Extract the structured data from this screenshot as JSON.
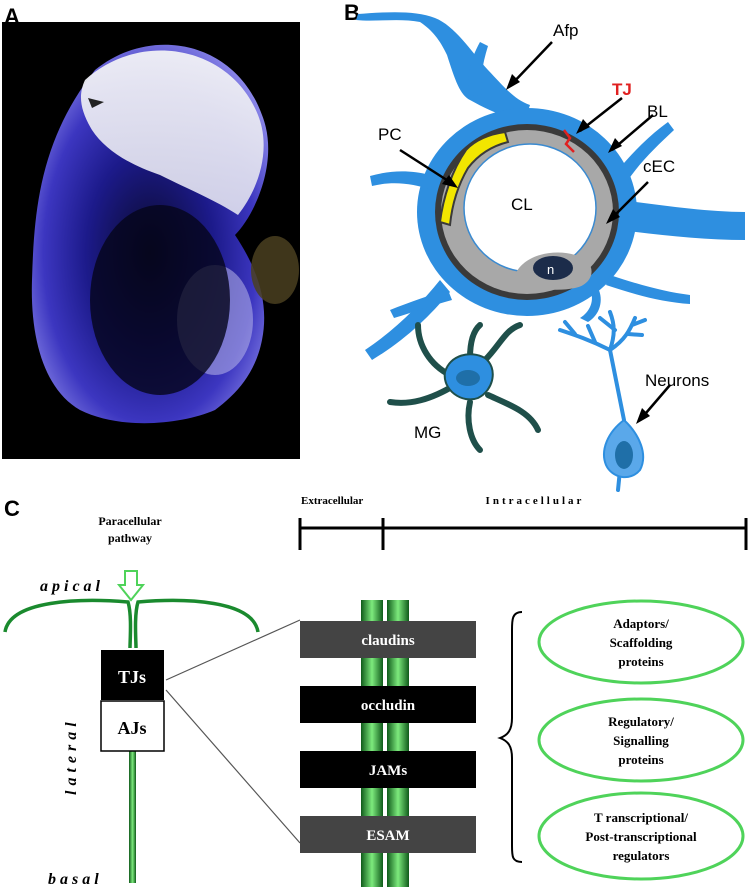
{
  "panel_labels": {
    "a": "A",
    "b": "B",
    "c": "C"
  },
  "panel_b": {
    "labels": {
      "afp": "Afp",
      "tj": "TJ",
      "bl": "BL",
      "pc": "PC",
      "cec": "cEC",
      "cl": "CL",
      "n": "n",
      "mg": "MG",
      "neurons": "Neurons"
    },
    "colors": {
      "astrocyte": "#2e8fe0",
      "pericyte": "#f2e600",
      "tj": "#e02020",
      "endothelium": "#a8a8a8",
      "basal_lamina": "#3a3a3a",
      "microglia": "#1f6fa8",
      "microglia_processes": "#1f4f4a"
    }
  },
  "panel_c": {
    "paracellular": [
      "Paracellular",
      "pathway"
    ],
    "apical": "apical",
    "lateral": "lateral",
    "basal": "basal",
    "tjs": "TJs",
    "ajs": "AJs",
    "extracellular": "Extracellular",
    "intracellular": "Intracellular",
    "proteins": [
      "claudins",
      "occludin",
      "JAMs",
      "ESAM"
    ],
    "categories": [
      [
        "Adaptors/",
        "Scaffolding",
        "proteins"
      ],
      [
        "Regulatory/",
        "Signalling",
        "proteins"
      ],
      [
        "T ranscriptional/",
        "Post-transcriptional",
        "regulators"
      ]
    ],
    "colors": {
      "green": "#1a8a2e",
      "light_green": "#4fd35a"
    }
  }
}
